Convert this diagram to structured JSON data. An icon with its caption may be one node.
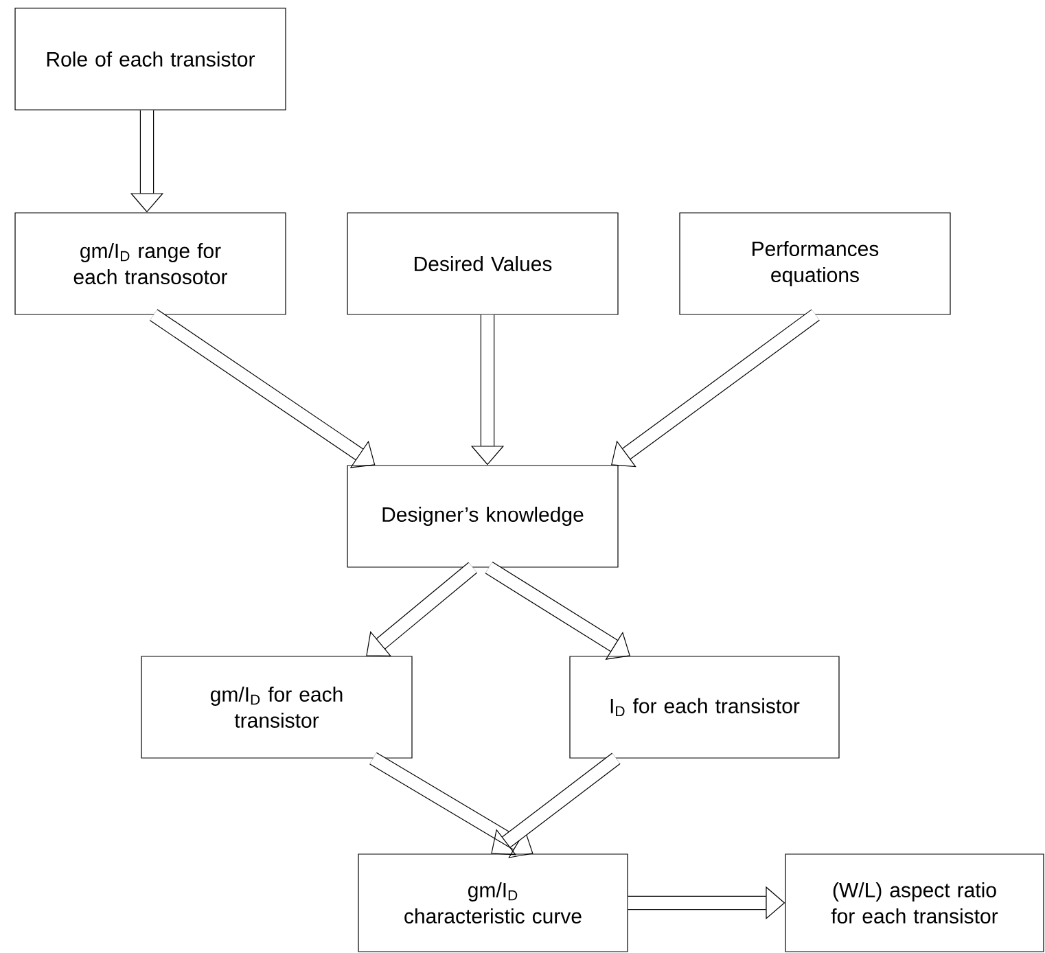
{
  "diagram": {
    "nodes": [
      {
        "text": [
          "Role of each transistor"
        ]
      },
      {
        "text": [
          "gm/I$_{D}$ range for each transosotor"
        ]
      },
      {
        "text": [
          "Desired Values"
        ]
      },
      {
        "text": [
          "Performances equations"
        ]
      },
      {
        "text": [
          "Designer’s knowledge"
        ]
      },
      {
        "text": [
          "gm/I$_{D}$ for each transistor"
        ]
      },
      {
        "text": [
          "I$_{D}$ for each transistor"
        ]
      },
      {
        "text": [
          "gm/I$_{D}$ characteristic curve"
        ]
      },
      {
        "text": [
          "(W/L) aspect ratio for each transistor"
        ]
      }
    ],
    "edges": [
      {
        "from": 0,
        "to": 1,
        "arrow": "to"
      },
      {
        "from": 1,
        "to": 4,
        "arrow": "to"
      },
      {
        "from": 2,
        "to": 4,
        "arrow": "to"
      },
      {
        "from": 3,
        "to": 4,
        "arrow": "to"
      },
      {
        "from": 4,
        "to": 5,
        "arrow": "to"
      },
      {
        "from": 4,
        "to": 6,
        "arrow": "to"
      },
      {
        "from": 5,
        "to": 7,
        "arrow": "to"
      },
      {
        "from": 6,
        "to": 7,
        "arrow": "to"
      },
      {
        "from": 7,
        "to": 8,
        "arrow": "to"
      }
    ]
  }
}
